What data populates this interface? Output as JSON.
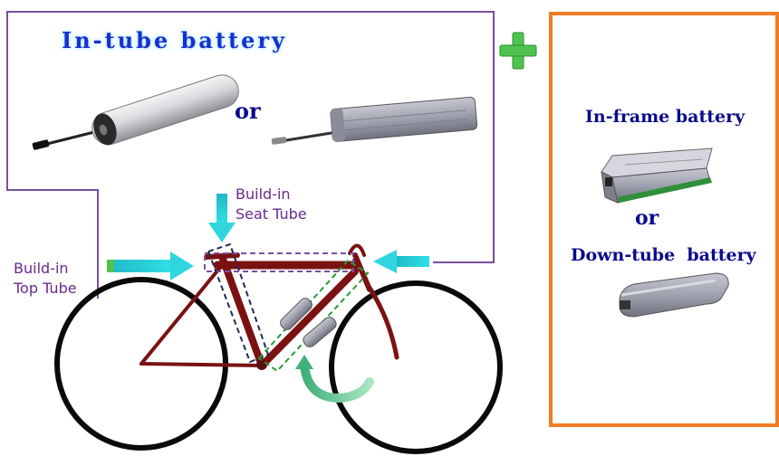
{
  "labels": {
    "in_tube_battery": "In-tube battery",
    "or_top": "or",
    "in_frame_battery": "In-frame battery",
    "or_right": "or",
    "down_tube_battery": "Down-tube  battery",
    "seat_tube_line1": "Build-in",
    "seat_tube_line2": "Seat Tube",
    "top_tube_line1": "Build-in",
    "top_tube_line2": "Top Tube"
  },
  "colors": {
    "purple_outline": "#7b4fa0",
    "orange_box": "#f07d23",
    "frame": "#7a1212",
    "arrow_cyan": "#22d0d6",
    "plus_green": "#4fc24f",
    "battery_gray": "#9a9ca8"
  },
  "icons": [
    "plus-icon",
    "arrow-down-icon",
    "arrow-right-icon",
    "arrow-left-icon",
    "curved-arrow-icon"
  ]
}
